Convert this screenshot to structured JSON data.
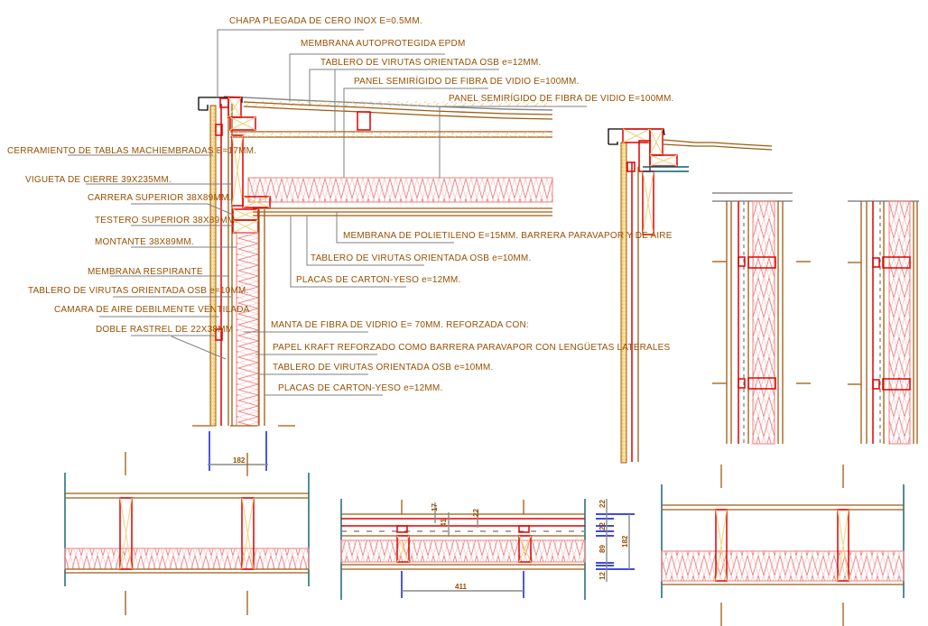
{
  "drawing": {
    "title": "Detalle constructivo - muro entramado de madera y cubierta",
    "colors": {
      "text": "#9a4f00",
      "wood_line": "#a05a10",
      "stud_outline": "#e00000",
      "insulation": "#f08080",
      "cladding": "#f5d88a",
      "leader": "#7f7f7f",
      "dimension": "#0010d0",
      "edge": "#0a5a70"
    },
    "top_labels": [
      "CHAPA PLEGADA DE CERO INOX E=0.5MM.",
      "MEMBRANA AUTOPROTEGIDA  EPDM",
      "TABLERO DE VIRUTAS ORIENTADA OSB e=12MM.",
      "PANEL SEMIRÍGIDO DE FIBRA DE VIDIO E=100MM.",
      "PANEL SEMIRÍGIDO DE FIBRA DE VIDIO E=100MM."
    ],
    "left_labels": [
      "CERRAMIENTO DE TABLAS MACHIEMBRADAS E=17MM.",
      "VIGUETA DE CIERRE 39X235MM.",
      "CARRERA SUPERIOR 38X89MM.",
      "TESTERO SUPERIOR 38X89MM.",
      "MONTANTE 38X89MM.",
      "MEMBRANA RESPIRANTE",
      "TABLERO DE VIRUTAS ORIENTADA OSB e=10MM.",
      "CAMARA DE AIRE DEBILMENTE VENTILADA",
      "DOBLE RASTREL DE 22X38MM"
    ],
    "ceiling_labels": [
      "MEMBRANA DE POLIETILENO E=15MM. BARRERA PARAVAPOR Y DE AIRE",
      "TABLERO DE VIRUTAS ORIENTADA OSB e=10MM.",
      "PLACAS DE CARTON-YESO e=12MM."
    ],
    "wall_labels": [
      "MANTA DE FIBRA DE VIDRIO E= 70MM. REFORZADA CON:",
      "PAPEL KRAFT REFORZADO COMO BARRERA PARAVAPOR CON LENGÜETAS LATERALES",
      "TABLERO DE VIRUTAS ORIENTADA OSB e=10MM.",
      "PLACAS DE CARTON-YESO e=12MM."
    ],
    "dimensions": {
      "wall_thickness": "182",
      "plan_17": "17",
      "plan_41": "41",
      "plan_22": "22",
      "stud_spacing": "411",
      "vert_22a": "22",
      "vert_22b": "22",
      "vert_89": "89",
      "vert_12": "12",
      "vert_total": "182"
    }
  }
}
